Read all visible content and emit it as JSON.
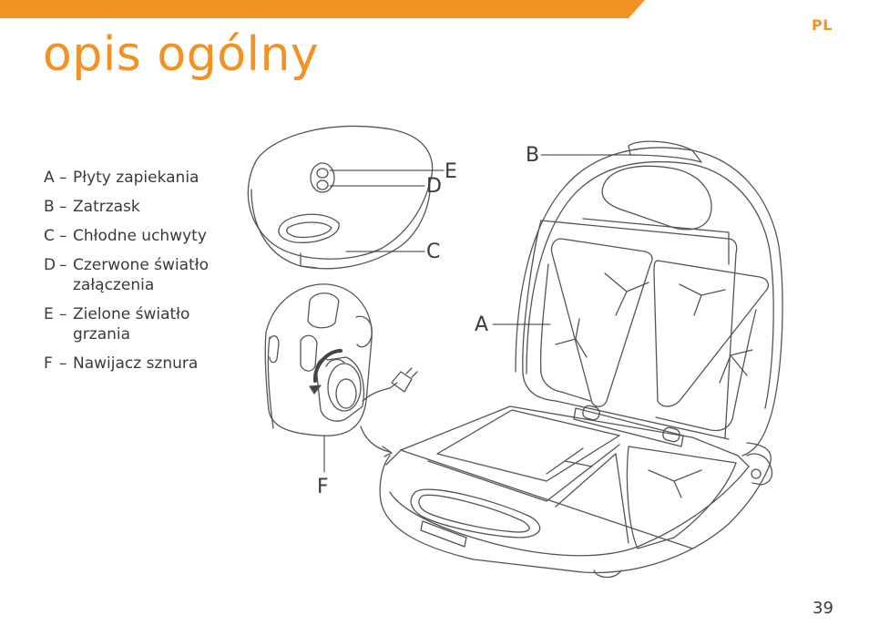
{
  "header": {
    "lang": "PL",
    "accent_color": "#f39224"
  },
  "title": "opis ogólny",
  "legend": [
    {
      "key": "A",
      "dash": "–",
      "text": "Płyty zapiekania"
    },
    {
      "key": "B",
      "dash": "–",
      "text": "Zatrzask"
    },
    {
      "key": "C",
      "dash": "–",
      "text": "Chłodne uchwyty"
    },
    {
      "key": "D",
      "dash": "–",
      "text": "Czerwone światło załączenia"
    },
    {
      "key": "E",
      "dash": "–",
      "text": "Zielone światło grzania"
    },
    {
      "key": "F",
      "dash": "–",
      "text": "Nawijacz sznura"
    }
  ],
  "callouts": {
    "a": "A",
    "b": "B",
    "c": "C",
    "d": "D",
    "e": "E",
    "f": "F"
  },
  "page_number": "39"
}
